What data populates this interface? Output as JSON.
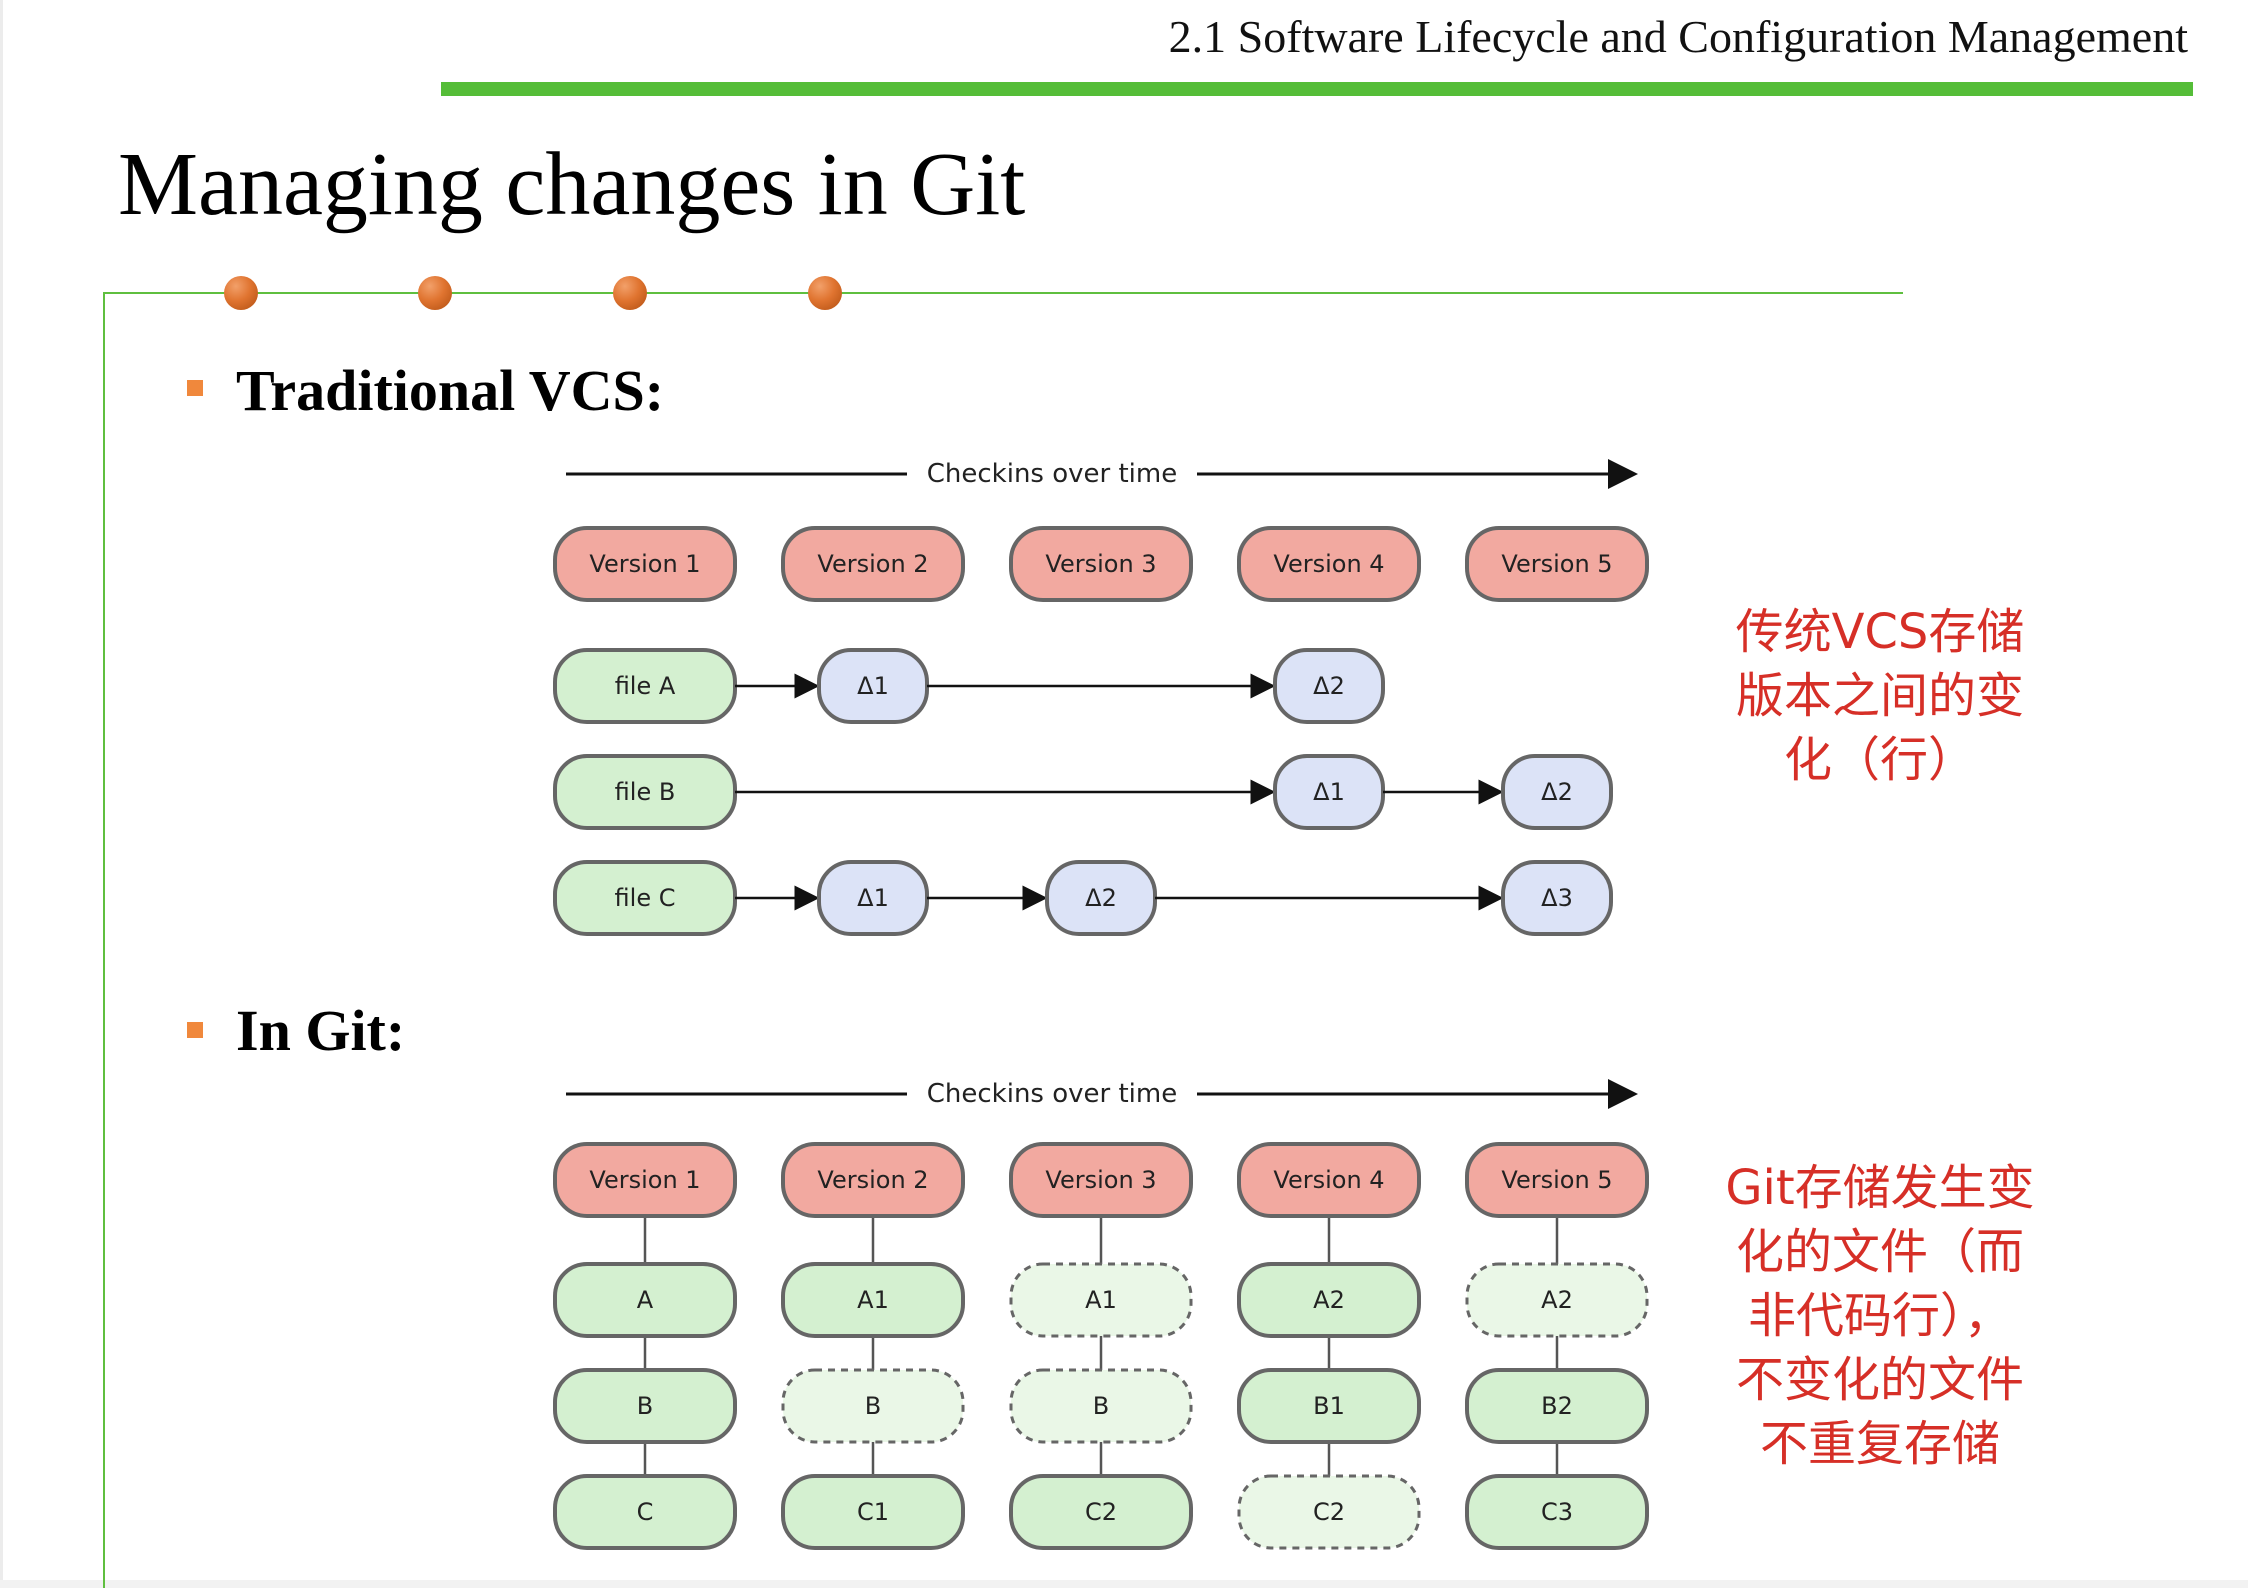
{
  "header": {
    "title": "2.1 Software Lifecycle and Configuration Management"
  },
  "slide": {
    "title": "Managing changes in Git"
  },
  "bullets": [
    {
      "label": "Traditional VCS:"
    },
    {
      "label": "In Git:"
    }
  ],
  "diagram_common": {
    "timeline_label": "Checkins over time",
    "versions": [
      "Version 1",
      "Version 2",
      "Version 3",
      "Version 4",
      "Version 5"
    ]
  },
  "traditional": {
    "rows": [
      {
        "file": "file A",
        "cells": [
          "",
          "Δ1",
          "",
          "Δ2",
          ""
        ]
      },
      {
        "file": "file B",
        "cells": [
          "",
          "",
          "",
          "Δ1",
          "Δ2"
        ]
      },
      {
        "file": "file C",
        "cells": [
          "",
          "Δ1",
          "Δ2",
          "",
          "Δ3"
        ]
      }
    ]
  },
  "git": {
    "columns": [
      [
        {
          "label": "A",
          "dashed": false
        },
        {
          "label": "B",
          "dashed": false
        },
        {
          "label": "C",
          "dashed": false
        }
      ],
      [
        {
          "label": "A1",
          "dashed": false
        },
        {
          "label": "B",
          "dashed": true
        },
        {
          "label": "C1",
          "dashed": false
        }
      ],
      [
        {
          "label": "A1",
          "dashed": true
        },
        {
          "label": "B",
          "dashed": true
        },
        {
          "label": "C2",
          "dashed": false
        }
      ],
      [
        {
          "label": "A2",
          "dashed": false
        },
        {
          "label": "B1",
          "dashed": false
        },
        {
          "label": "C2",
          "dashed": true
        }
      ],
      [
        {
          "label": "A2",
          "dashed": true
        },
        {
          "label": "B2",
          "dashed": false
        },
        {
          "label": "C3",
          "dashed": false
        }
      ]
    ]
  },
  "notes": {
    "traditional": [
      "传统VCS存储",
      "版本之间的变",
      "化（行）"
    ],
    "git": [
      "Git存储发生变",
      "化的文件（而",
      "非代码行），",
      "不变化的文件",
      "不重复存储"
    ]
  },
  "colors": {
    "header_bar": "#55bd38",
    "frame": "#5fbf3f",
    "bullet": "#f0883c",
    "dot": "#e07430",
    "version_fill": "#f2a9a0",
    "file_fill": "#d4f0d0",
    "delta_fill": "#dce3f7",
    "dashed_fill": "#eaf7e7",
    "node_stroke": "#666666",
    "note_text": "#d62f27"
  }
}
